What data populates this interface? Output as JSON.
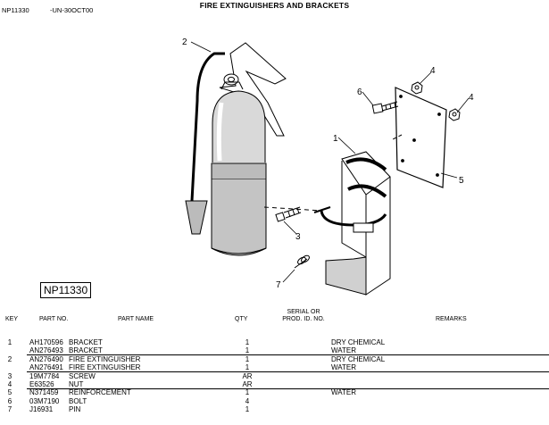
{
  "header": {
    "doc_id": "NP11330",
    "date_code": "-UN-30OCT00",
    "title": "FIRE EXTINGUISHERS AND BRACKETS"
  },
  "figure_id": "NP11330",
  "callouts": [
    {
      "key": "1",
      "name": "callout-1"
    },
    {
      "key": "2",
      "name": "callout-2"
    },
    {
      "key": "3",
      "name": "callout-3"
    },
    {
      "key": "4",
      "name": "callout-4a"
    },
    {
      "key": "4",
      "name": "callout-4b"
    },
    {
      "key": "5",
      "name": "callout-5"
    },
    {
      "key": "6",
      "name": "callout-6"
    },
    {
      "key": "7",
      "name": "callout-7"
    }
  ],
  "table": {
    "headers": {
      "key": "KEY",
      "part_no": "PART NO.",
      "part_name": "PART NAME",
      "qty": "QTY",
      "serial_line1": "SERIAL OR",
      "serial_line2": "PROD. ID. NO.",
      "remarks": "REMARKS"
    },
    "rows": [
      {
        "key": "1",
        "part_no": "AH170596",
        "part_name": "BRACKET",
        "qty": "1",
        "remarks": "DRY CHEMICAL"
      },
      {
        "key": "",
        "part_no": "AN276493",
        "part_name": "BRACKET",
        "qty": "1",
        "remarks": "WATER"
      },
      {
        "key": "2",
        "part_no": "AN276490",
        "part_name": "FIRE EXTINGUISHER",
        "qty": "1",
        "remarks": "DRY CHEMICAL"
      },
      {
        "key": "",
        "part_no": "AN276491",
        "part_name": "FIRE EXTINGUISHER",
        "qty": "1",
        "remarks": "WATER"
      },
      {
        "key": "3",
        "part_no": "19M7784",
        "part_name": "SCREW",
        "qty": "AR",
        "remarks": ""
      },
      {
        "key": "4",
        "part_no": "E63526",
        "part_name": "NUT",
        "qty": "AR",
        "remarks": ""
      },
      {
        "key": "5",
        "part_no": "N371459",
        "part_name": "REINFORCEMENT",
        "qty": "1",
        "remarks": "WATER"
      },
      {
        "key": "6",
        "part_no": "03M7190",
        "part_name": "BOLT",
        "qty": "4",
        "remarks": ""
      },
      {
        "key": "7",
        "part_no": "J16931",
        "part_name": "PIN",
        "qty": "1",
        "remarks": ""
      }
    ]
  }
}
